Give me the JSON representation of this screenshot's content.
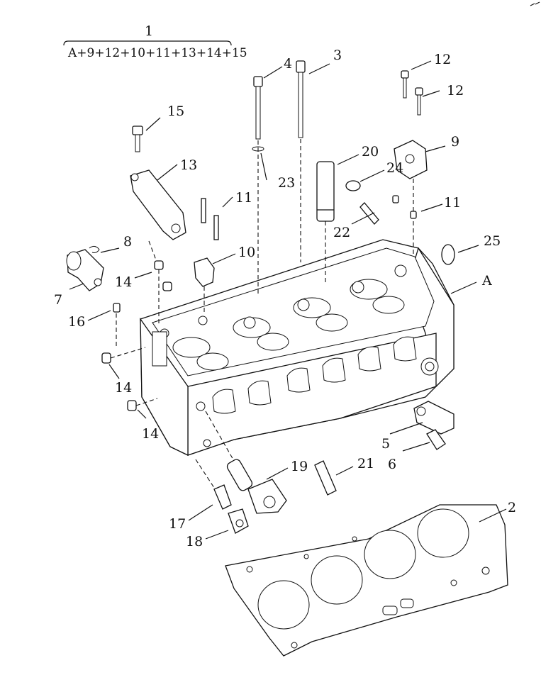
{
  "assembly": {
    "number": "1",
    "formula": "A+9+12+10+11+13+14+15"
  },
  "callouts": {
    "c2": "2",
    "c3": "3",
    "c4": "4",
    "c5": "5",
    "c6": "6",
    "c7": "7",
    "c8": "8",
    "c9": "9",
    "c10": "10",
    "c11a": "11",
    "c11b": "11",
    "c12a": "12",
    "c12b": "12",
    "c13": "13",
    "c14a": "14",
    "c14b": "14",
    "c14c": "14",
    "c15": "15",
    "c16": "16",
    "c17": "17",
    "c18": "18",
    "c19": "19",
    "c20": "20",
    "c21": "21",
    "c22": "22",
    "c23": "23",
    "c24": "24",
    "c25": "25",
    "cA": "A"
  },
  "parts": {
    "A": "cylinder-head",
    "2": "cylinder-head-gasket",
    "3": "head-bolt-long",
    "4": "head-bolt",
    "5": "sensor",
    "6": "sensor-bolt",
    "7": "water-outlet",
    "8": "clip",
    "9": "camshaft-cap",
    "10": "cap",
    "11": "dowel-pin",
    "12": "cap-bolt",
    "13": "camshaft-bearing-cap",
    "14": "plug",
    "15": "flange-bolt",
    "16": "pin",
    "17": "pin",
    "18": "plug",
    "19": "solenoid-valve",
    "20": "sleeve",
    "21": "stud",
    "22": "stud",
    "23": "washer",
    "24": "cap-plug",
    "25": "seal-ring"
  },
  "colors": {
    "line": "#111111",
    "background": "#ffffff"
  }
}
